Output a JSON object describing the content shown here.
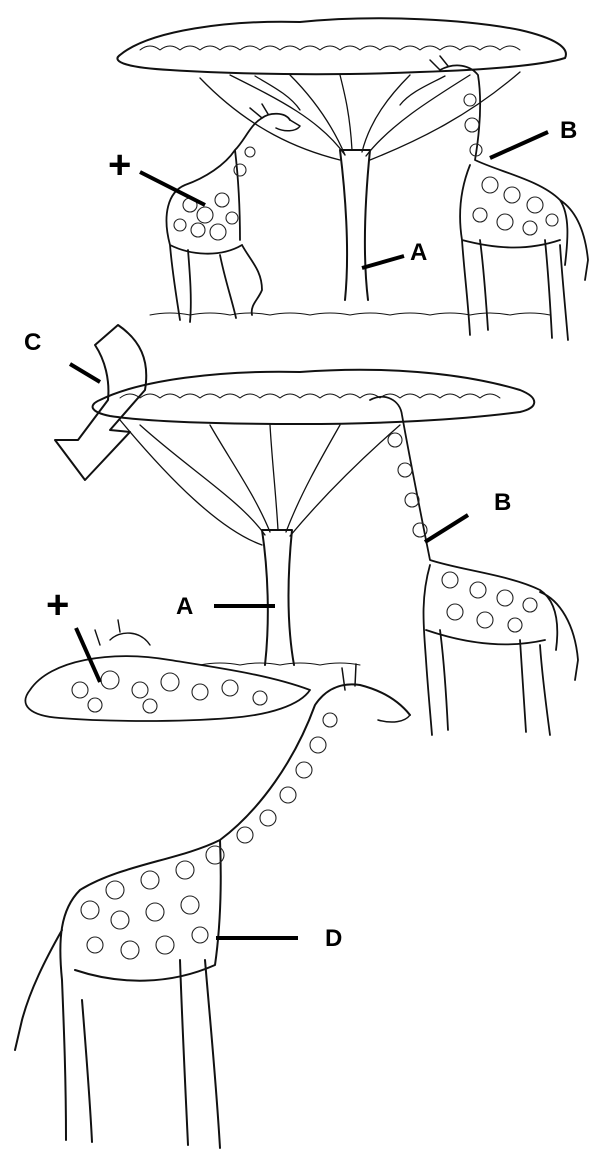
{
  "labels": {
    "top_plus": "+",
    "top_b": "B",
    "top_a": "A",
    "arrow_c": "C",
    "mid_b": "B",
    "mid_plus": "+",
    "mid_a": "A",
    "bottom_d": "D"
  },
  "colors": {
    "ink": "#111111",
    "background": "#ffffff"
  }
}
